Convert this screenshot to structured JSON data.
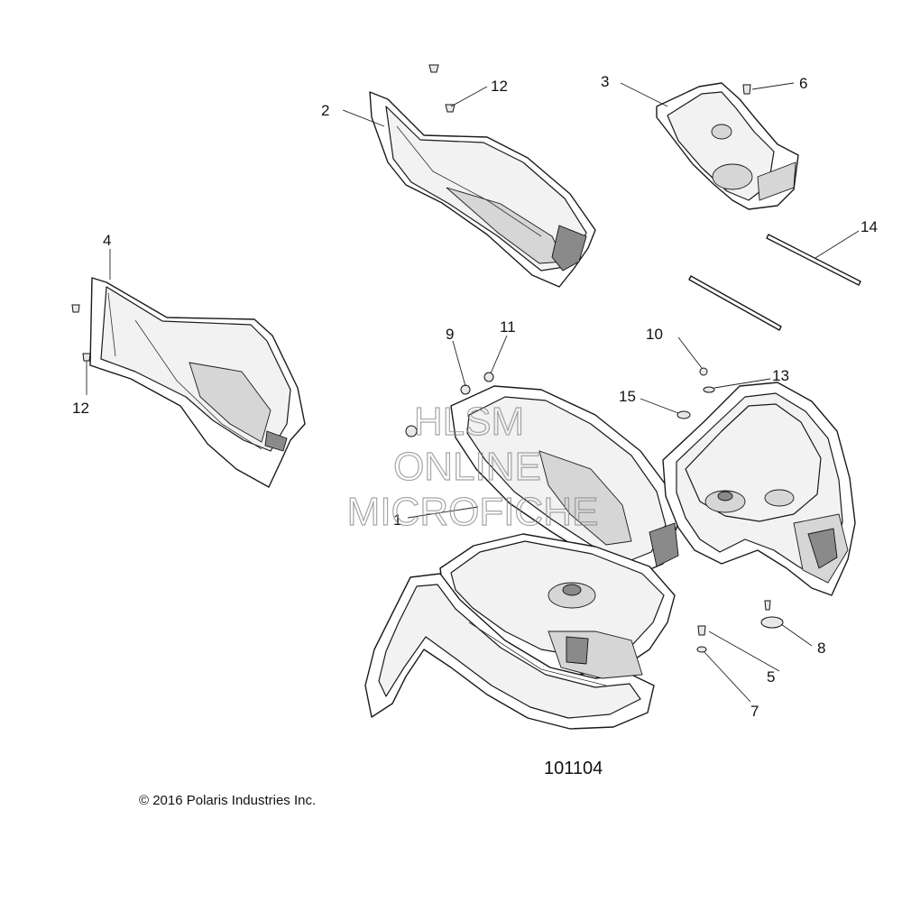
{
  "diagram": {
    "id_label": "101104",
    "copyright": "© 2016 Polaris Industries Inc.",
    "watermark": {
      "line1": "HLSM",
      "line2": "ONLINE",
      "line3": "MICROFICHE"
    },
    "callouts": [
      {
        "key": "c1",
        "label": "1"
      },
      {
        "key": "c2",
        "label": "2"
      },
      {
        "key": "c3",
        "label": "3"
      },
      {
        "key": "c4",
        "label": "4"
      },
      {
        "key": "c5",
        "label": "5"
      },
      {
        "key": "c6",
        "label": "6"
      },
      {
        "key": "c7",
        "label": "7"
      },
      {
        "key": "c8",
        "label": "8"
      },
      {
        "key": "c9",
        "label": "9"
      },
      {
        "key": "c10",
        "label": "10"
      },
      {
        "key": "c11",
        "label": "11"
      },
      {
        "key": "c12a",
        "label": "12"
      },
      {
        "key": "c12b",
        "label": "12"
      },
      {
        "key": "c13",
        "label": "13"
      },
      {
        "key": "c14",
        "label": "14"
      },
      {
        "key": "c15",
        "label": "15"
      }
    ]
  }
}
